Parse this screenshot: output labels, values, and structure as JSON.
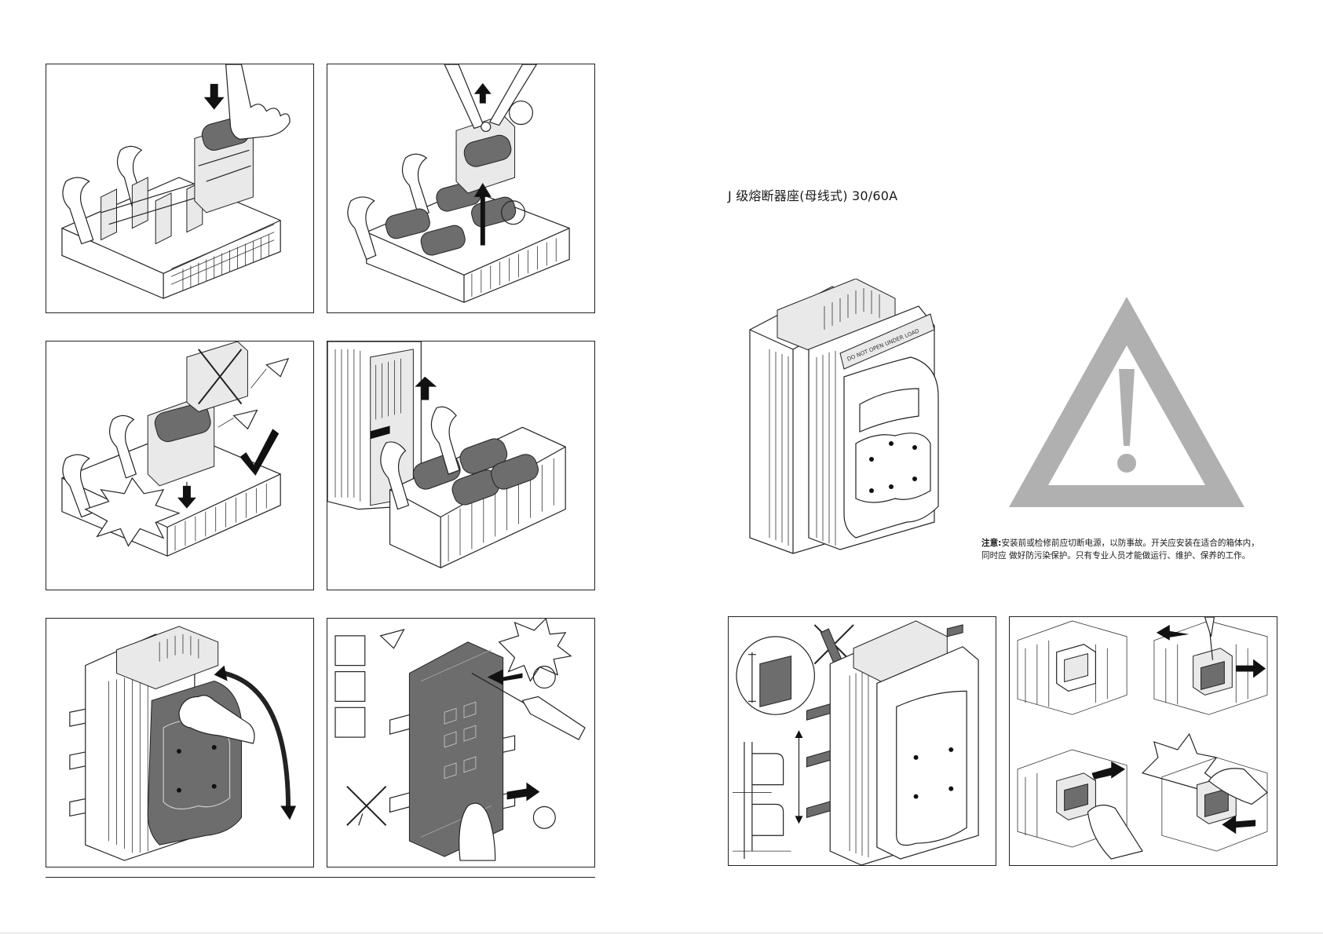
{
  "document": {
    "title": "J 级熔断器座(母线式)  30/60A",
    "warning_label": "注意:",
    "warning_line1": "安装前或检修前应切断电源，以防事故。开关应安装在适合的箱体内，",
    "warning_line2": "同时应  做好防污染保护。只有专业人员才能做运行、维护、保养的工作。"
  },
  "colors": {
    "warning_triangle": "#b0b0b0",
    "line": "#222222",
    "shade": "#6d6d6d"
  },
  "icons": [
    "down-arrow-icon",
    "up-arrow-icon",
    "checkmark-icon",
    "cross-icon",
    "eye-icon",
    "warning-icon"
  ]
}
